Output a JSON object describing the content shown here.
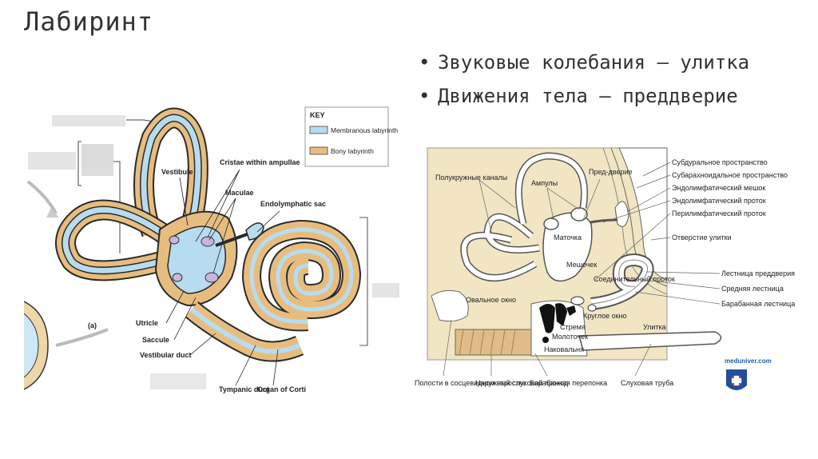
{
  "slide": {
    "title": "Лабиринт",
    "bullets": [
      {
        "text": "Звуковые колебания – улитка"
      },
      {
        "text": "Движения тела – преддверие"
      }
    ]
  },
  "left_figure": {
    "key_title": "KEY",
    "key_membranous": "Membranous labyrinth",
    "key_bony": "Bony labyrinth",
    "panel_label": "(a)",
    "labels": {
      "vestibule": "Vestibule",
      "cristae": "Cristae within ampullae",
      "maculae": "Maculae",
      "endolymphatic_sac": "Endolymphatic sac",
      "utricle": "Utricle",
      "saccule": "Saccule",
      "vestibular_duct": "Vestibular duct",
      "tympanic_duct": "Tympanic duct",
      "organ_of_corti": "Organ of Corti"
    },
    "colors": {
      "membranous": "#b8dcef",
      "bony": "#e7bd7f",
      "outline": "#2a2a2a"
    }
  },
  "right_figure": {
    "labels": {
      "semicircular_canals": "Полукружные каналы",
      "ampullae": "Ампулы",
      "vestibule": "Пред-дверие",
      "utricle": "Маточка",
      "saccule": "Мешочек",
      "connecting_duct": "Соединительный проток",
      "oval_window": "Овальное окно",
      "round_window": "Круглое окно",
      "stapes": "Стремя",
      "malleus": "Молоточек",
      "incus": "Наковальня",
      "cochlea": "Улитка",
      "mastoid_cavities": "Полости в сосцевидном отростке",
      "ear_canal": "Наружный слуховой проход",
      "tympanic_membrane": "Барабанная перепонка",
      "eustachian_tube": "Слуховая труба"
    },
    "side_labels": [
      "Субдуральное пространство",
      "Субарахноидальное пространство",
      "Эндолимфатический мешок",
      "Эндолимфатический проток",
      "Перилимфатический проток",
      "Отверстие улитки",
      "Лестница преддверия",
      "Средняя лестница",
      "Барабанная лестница"
    ],
    "watermark": "meduniver.com",
    "colors": {
      "background": "#f1e5c4",
      "bone": "#ffffff",
      "ossicle": "#111111"
    }
  }
}
